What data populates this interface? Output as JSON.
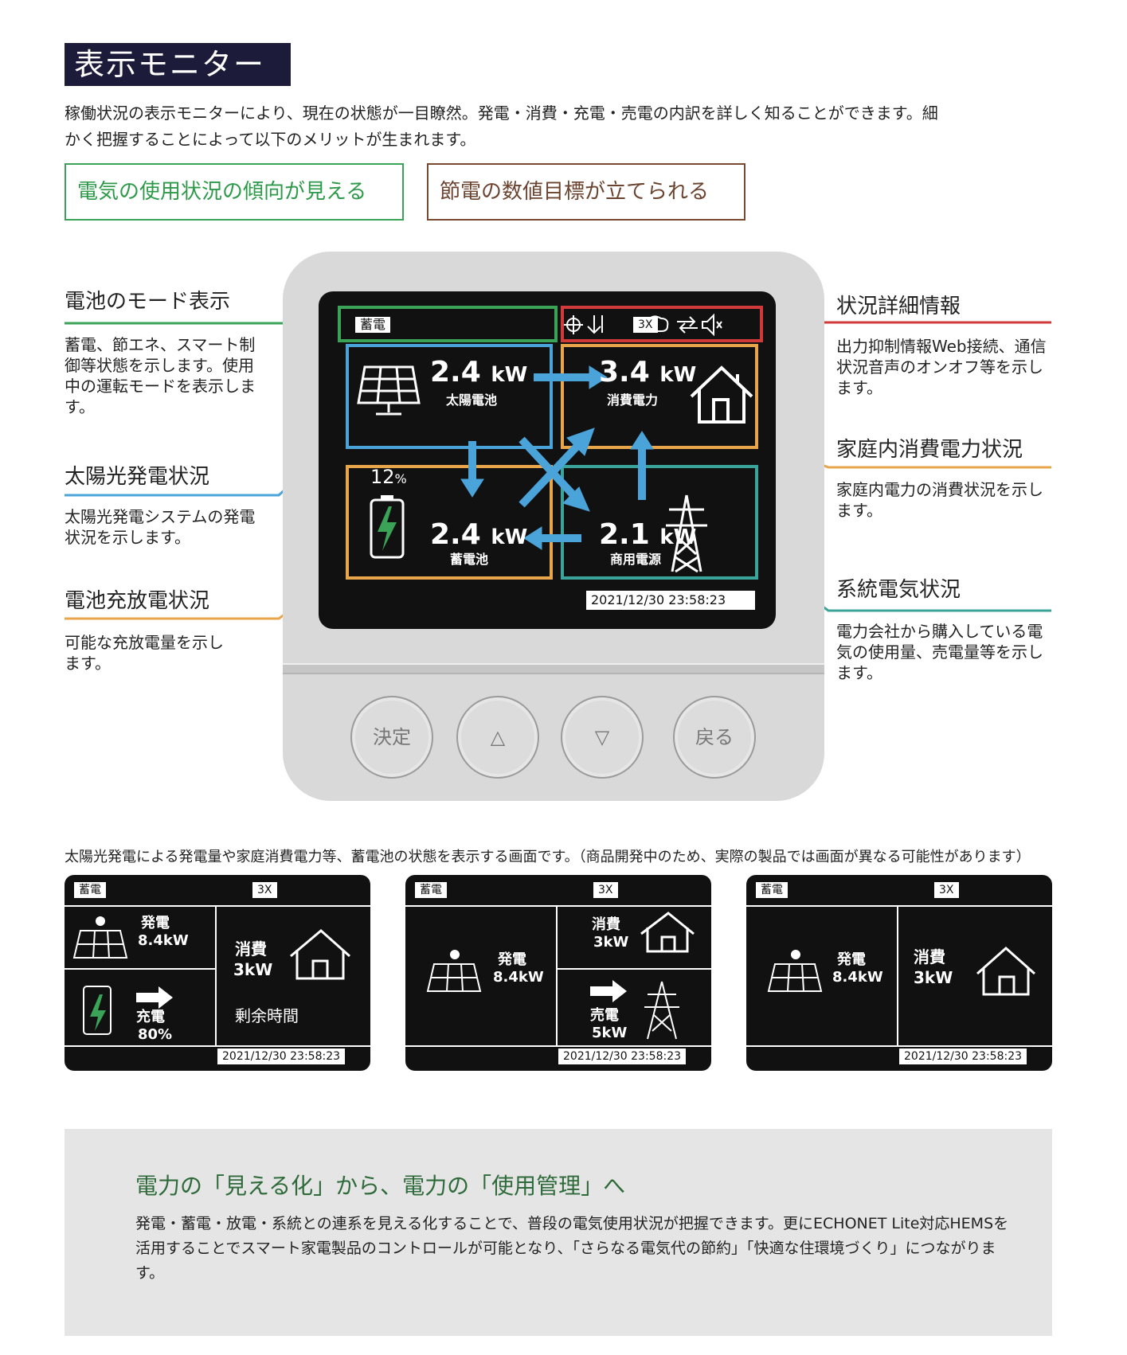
{
  "title": "表示モニター",
  "intro": "稼働状況の表示モニターにより、現在の状態が一目瞭然。発電・消費・充電・売電の内訳を詳しく知ることができます。細かく把握することによって以下のメリットが生まれます。",
  "merits": [
    "電気の使用状況の傾向が見える",
    "節電の数値目標が立てられる"
  ],
  "callouts": {
    "battery_mode": {
      "title": "電池のモード表示",
      "text": "蓄電、節エネ、スマート制御等状態を示します。使用中の運転モードを表示します。"
    },
    "solar": {
      "title": "太陽光発電状況",
      "text": "太陽光発電システムの発電状況を示します。"
    },
    "battery_charge": {
      "title": "電池充放電状況",
      "text": "可能な充放電量を示します。"
    },
    "status_detail": {
      "title": "状況詳細情報",
      "text": "出力抑制情報Web接続、通信状況音声のオンオフ等を示します。"
    },
    "home_consumption": {
      "title": "家庭内消費電力状況",
      "text": "家庭内電力の消費状況を示します。"
    },
    "grid": {
      "title": "系統電気状況",
      "text": "電力会社から購入している電気の使用量、売電量等を示します。"
    }
  },
  "screen": {
    "mode": "蓄電",
    "zoom": "3X",
    "solar": {
      "value": "2.4",
      "unit": "kW",
      "label": "太陽電池"
    },
    "consumption": {
      "value": "3.4",
      "unit": "kW",
      "label": "消費電力"
    },
    "battery": {
      "value": "2.4",
      "unit": "kW",
      "label": "蓄電池",
      "percent_num": "12",
      "percent_sign": "%"
    },
    "grid": {
      "value": "2.1",
      "unit": "kW",
      "label": "商用電源"
    },
    "timestamp": "2021/12/30 23:58:23"
  },
  "buttons": [
    "決定",
    "△",
    "▽",
    "戻る"
  ],
  "screens_note": "太陽光発電による発電量や家庭消費電力等、蓄電池の状態を表示する画面です。（商品開発中のため、実際の製品では画面が異なる可能性があります）",
  "mini_screens": [
    {
      "mode": "蓄電",
      "zoom": "3X",
      "gen_label": "発電",
      "gen_value": "8.4kW",
      "use_label": "消費",
      "use_value": "3kW",
      "charge_label": "充電",
      "charge_value": "80%",
      "remain_label": "剰余時間",
      "timestamp": "2021/12/30 23:58:23"
    },
    {
      "mode": "蓄電",
      "zoom": "3X",
      "gen_label": "発電",
      "gen_value": "8.4kW",
      "use_label": "消費",
      "use_value": "3kW",
      "sell_label": "売電",
      "sell_value": "5kW",
      "timestamp": "2021/12/30 23:58:23"
    },
    {
      "mode": "蓄電",
      "zoom": "3X",
      "gen_label": "発電",
      "gen_value": "8.4kW",
      "use_label": "消費",
      "use_value": "3kW",
      "timestamp": "2021/12/30 23:58:23"
    }
  ],
  "panel": {
    "heading": "電力の「見える化」から、電力の「使用管理」へ",
    "text": "発電・蓄電・放電・系統との連系を見える化することで、普段の電気使用状況が把握できます。更にECHONET Lite対応HEMSを活用することでスマート家電製品のコントロールが可能となり、「さらなる電気代の節約」「快適な住環境づくり」につながります。"
  },
  "colors": {
    "green": "#3aa357",
    "blue": "#4aa3d9",
    "orange": "#e8a54a",
    "red": "#d03a3a",
    "teal": "#3aa39a",
    "brown": "#7a4a30",
    "navy": "#1c1c3a"
  }
}
